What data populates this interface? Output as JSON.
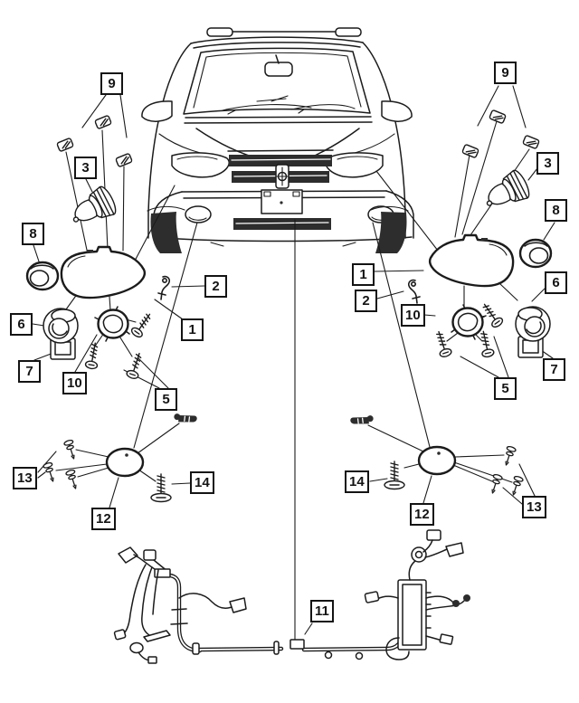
{
  "colors": {
    "background": "#ffffff",
    "line_art": "#1b1b1b",
    "dark_fill": "#2d2d2d",
    "callout_border": "#141414",
    "callout_text": "#141414"
  },
  "callouts": [
    {
      "id": "left-9",
      "label": "9"
    },
    {
      "id": "left-3",
      "label": "3"
    },
    {
      "id": "left-8",
      "label": "8"
    },
    {
      "id": "left-6",
      "label": "6"
    },
    {
      "id": "left-7",
      "label": "7"
    },
    {
      "id": "left-10",
      "label": "10"
    },
    {
      "id": "left-2",
      "label": "2"
    },
    {
      "id": "left-1",
      "label": "1"
    },
    {
      "id": "left-5",
      "label": "5"
    },
    {
      "id": "left-13",
      "label": "13"
    },
    {
      "id": "left-12",
      "label": "12"
    },
    {
      "id": "left-14",
      "label": "14"
    },
    {
      "id": "right-9",
      "label": "9"
    },
    {
      "id": "right-3",
      "label": "3"
    },
    {
      "id": "right-8",
      "label": "8"
    },
    {
      "id": "right-6",
      "label": "6"
    },
    {
      "id": "right-7",
      "label": "7"
    },
    {
      "id": "right-1",
      "label": "1"
    },
    {
      "id": "right-2",
      "label": "2"
    },
    {
      "id": "right-10",
      "label": "10"
    },
    {
      "id": "right-5",
      "label": "5"
    },
    {
      "id": "right-14",
      "label": "14"
    },
    {
      "id": "right-12",
      "label": "12"
    },
    {
      "id": "right-13",
      "label": "13"
    },
    {
      "id": "center-11",
      "label": "11"
    }
  ]
}
